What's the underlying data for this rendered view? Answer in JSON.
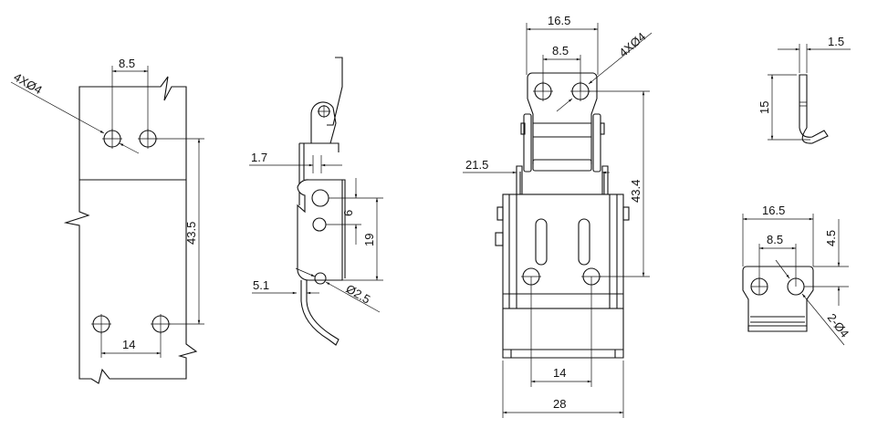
{
  "views": {
    "plate_view": {
      "top_hole_spacing": "8.5",
      "hole_callout": "4XØ4",
      "vertical_hole_spacing": "43.5",
      "bottom_hole_spacing": "14"
    },
    "side_view": {
      "thickness": "1.7",
      "pivot_offset": "6",
      "pivot_to_hole": "19",
      "hook_offset": "5.1",
      "small_hole": "Ø2.5"
    },
    "front_view": {
      "plate_width": "16.5",
      "top_hole_spacing": "8.5",
      "hole_callout": "4XØ4",
      "body_width_inner": "21.5",
      "vertical_hole_spacing": "43.4",
      "bottom_hole_spacing": "14",
      "overall_width": "28"
    },
    "catch_side_view": {
      "thickness": "1.5",
      "height": "15"
    },
    "catch_front_view": {
      "width": "16.5",
      "hole_spacing": "8.5",
      "hole_height": "4.5",
      "hole_callout": "2-Ø4"
    }
  }
}
